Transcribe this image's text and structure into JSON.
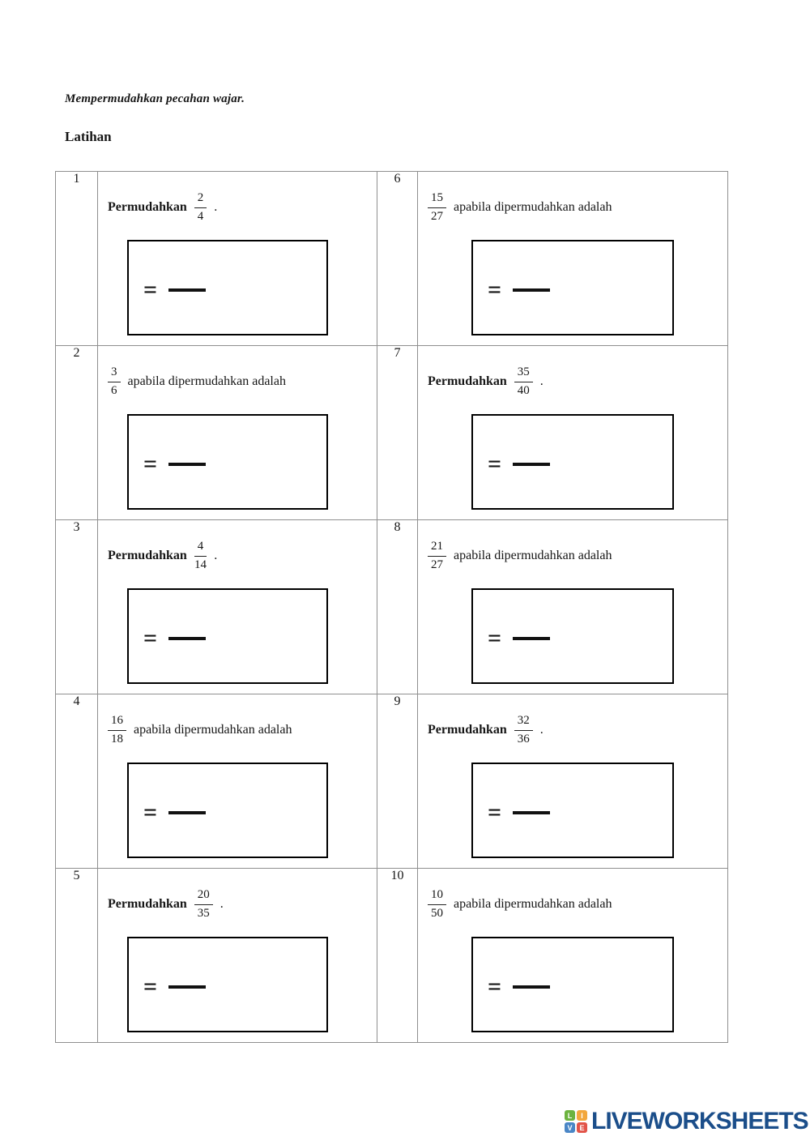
{
  "page": {
    "subtitle": "Mempermudahkan pecahan wajar.",
    "section_title": "Latihan"
  },
  "answer_box": {
    "equals_label": "="
  },
  "problems": [
    {
      "number": "1",
      "pre": "Permudahkan",
      "num": "2",
      "den": "4",
      "post": "."
    },
    {
      "number": "2",
      "pre": "",
      "num": "3",
      "den": "6",
      "post": "apabila dipermudahkan adalah"
    },
    {
      "number": "3",
      "pre": "Permudahkan",
      "num": "4",
      "den": "14",
      "post": "."
    },
    {
      "number": "4",
      "pre": "",
      "num": "16",
      "den": "18",
      "post": "apabila dipermudahkan adalah"
    },
    {
      "number": "5",
      "pre": "Permudahkan",
      "num": "20",
      "den": "35",
      "post": "."
    },
    {
      "number": "6",
      "pre": "",
      "num": "15",
      "den": "27",
      "post": "apabila dipermudahkan adalah"
    },
    {
      "number": "7",
      "pre": "Permudahkan",
      "num": "35",
      "den": "40",
      "post": "."
    },
    {
      "number": "8",
      "pre": "",
      "num": "21",
      "den": "27",
      "post": "apabila dipermudahkan adalah"
    },
    {
      "number": "9",
      "pre": "Permudahkan",
      "num": "32",
      "den": "36",
      "post": "."
    },
    {
      "number": "10",
      "pre": "",
      "num": "10",
      "den": "50",
      "post": "apabila dipermudahkan adalah"
    }
  ],
  "logo": {
    "text": "LIVEWORKSHEETS",
    "text_color": "#1b4e8a",
    "tiles": [
      {
        "letter": "L",
        "color": "#6cb33f"
      },
      {
        "letter": "I",
        "color": "#f2a73d"
      },
      {
        "letter": "V",
        "color": "#4a86c6"
      },
      {
        "letter": "E",
        "color": "#e25449"
      }
    ]
  }
}
